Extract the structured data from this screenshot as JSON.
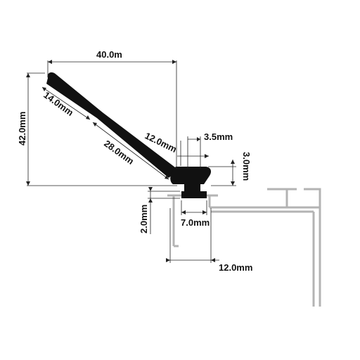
{
  "diagram": {
    "dimensions": {
      "width_top": "40.0m",
      "height_left": "42.0mm",
      "arm_upper": "14.0mm",
      "arm_lower": "28.0mm",
      "head_width": "12.0mm",
      "tip_offset": "3.5mm",
      "head_height": "3.0mm",
      "stem_depth": "2.0mm",
      "stem_width": "7.0mm",
      "channel_width": "12.0mm"
    },
    "colors": {
      "profile": "#111111",
      "rail": "#b3b3b3",
      "dimension_line": "#222222"
    }
  }
}
